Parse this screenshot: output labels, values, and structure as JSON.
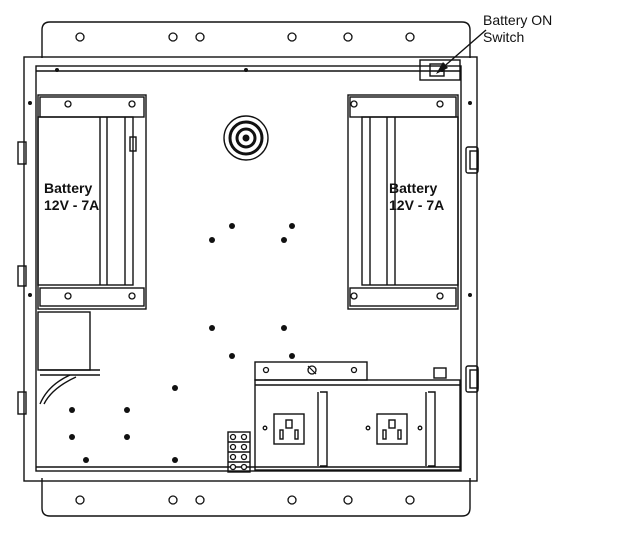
{
  "batteries": [
    {
      "name": "Battery",
      "rating": "12V - 7A"
    },
    {
      "name": "Battery",
      "rating": "12V - 7A"
    }
  ],
  "callout": {
    "line1": "Battery ON",
    "line2": "Switch"
  }
}
